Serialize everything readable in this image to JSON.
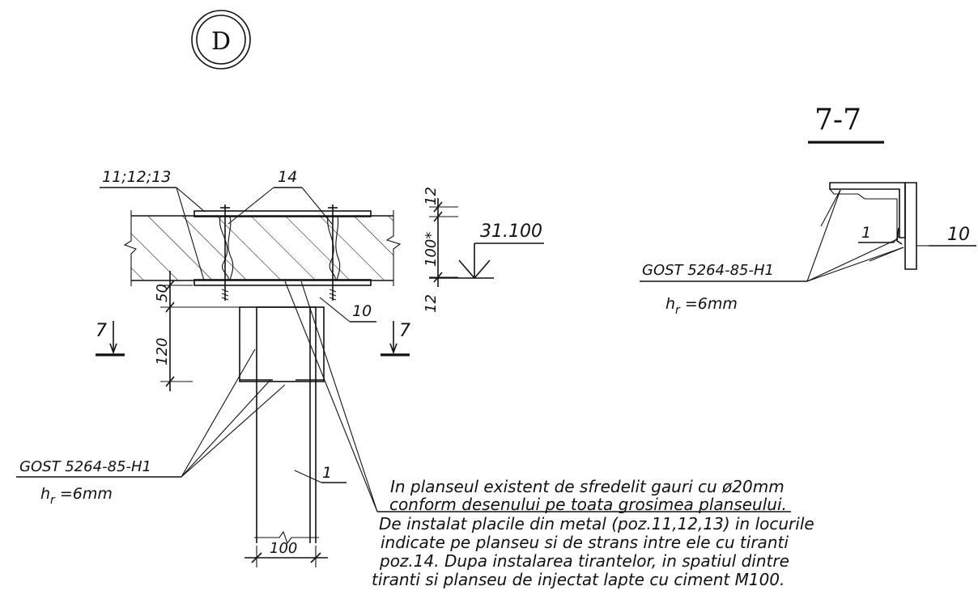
{
  "detail_marker": "D",
  "section_title": "7-7",
  "labels": {
    "pos_plates": "11;12;13",
    "pos_rods": "14",
    "pos_10": "10",
    "pos_1": "1",
    "elevation": "31.100",
    "section_mark": "7",
    "dim_12_top": "12",
    "dim_100": "100*",
    "dim_12_bottom": "12",
    "dim_50": "50",
    "dim_120": "120",
    "dim_width_100": "100"
  },
  "weld_left": {
    "standard": "GOST 5264-85-H1",
    "h_label": "h",
    "h_sub": "r",
    "h_value": "=6mm"
  },
  "weld_right": {
    "standard": "GOST 5264-85-H1",
    "h_label": "h",
    "h_sub": "r",
    "h_value": "=6mm"
  },
  "section_labels": {
    "pos_1": "1",
    "pos_10": "10"
  },
  "note_lines": [
    "In planseul existent de sfredelit gauri cu ø20mm",
    "conform desenului pe toata grosimea planseului.",
    "De instalat placile din metal (poz.11,12,13) in locurile",
    "indicate pe planseu si de strans intre ele cu tiranti",
    "poz.14. Dupa instalarea tirantelor, in spatiul dintre",
    "tiranti si planseu de injectat lapte cu ciment M100."
  ]
}
